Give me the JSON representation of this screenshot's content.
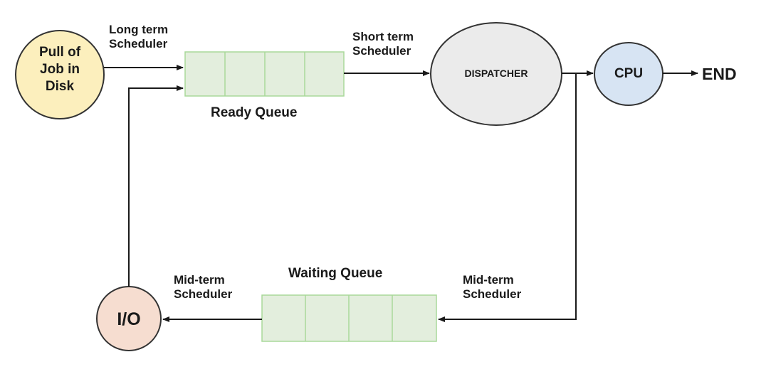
{
  "nodes": {
    "pool": {
      "line1": "Pull of",
      "line2": "Job in",
      "line3": "Disk",
      "fill": "#fcefbd"
    },
    "dispatcher": {
      "label": "DISPATCHER",
      "fill": "#ebebeb"
    },
    "cpu": {
      "label": "CPU",
      "fill": "#d7e4f3"
    },
    "io": {
      "label": "I/O",
      "fill": "#f6ddd0"
    },
    "end": {
      "label": "END"
    }
  },
  "queues": {
    "ready": {
      "label": "Ready Queue",
      "fill": "#e3eedd",
      "border": "#a9d89a"
    },
    "waiting": {
      "label": "Waiting Queue",
      "fill": "#e3eedd",
      "border": "#a9d89a"
    }
  },
  "edges": {
    "long_term": {
      "line1": "Long term",
      "line2": "Scheduler"
    },
    "short_term": {
      "line1": "Short term",
      "line2": "Scheduler"
    },
    "mid_term_right": {
      "line1": "Mid-term",
      "line2": "Scheduler"
    },
    "mid_term_left": {
      "line1": "Mid-term",
      "line2": "Scheduler"
    }
  },
  "colors": {
    "line": "#1a1a1a",
    "node_border": "#333333"
  }
}
